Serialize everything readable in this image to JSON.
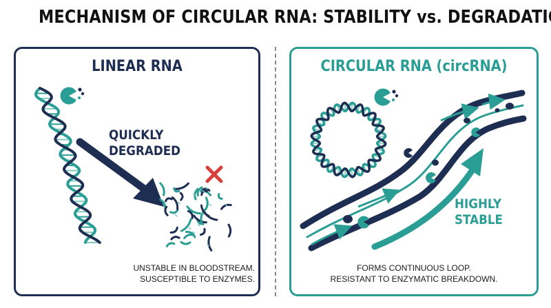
{
  "title": "MECHANISM OF CIRCULAR RNA: STABILITY vs. DEGRADATION",
  "left_panel": {
    "title": "LINEAR RNA",
    "arrow_label": [
      "QUICKLY",
      "DEGRADED"
    ],
    "caption": [
      "UNSTABLE IN BLOODSTREAM.",
      "SUSCEPTIBLE TO ENZYMES."
    ]
  },
  "right_panel": {
    "title": "CIRCULAR RNA (circRNA)",
    "arrow_label": [
      "HIGHLY",
      "STABLE"
    ],
    "caption": [
      "FORMS CONTINUOUS LOOP.",
      "RESISTANT TO ENZYMATIC BREAKDOWN."
    ]
  },
  "colors": {
    "navy": "#1e2d52",
    "teal": "#2a9d95",
    "red": "#d9403a"
  },
  "icons": [
    "double-helix-icon",
    "enzyme-pacman-icon",
    "degraded-fragments-icon",
    "red-x-icon",
    "circular-rna-icon",
    "blood-vessel-icon"
  ]
}
